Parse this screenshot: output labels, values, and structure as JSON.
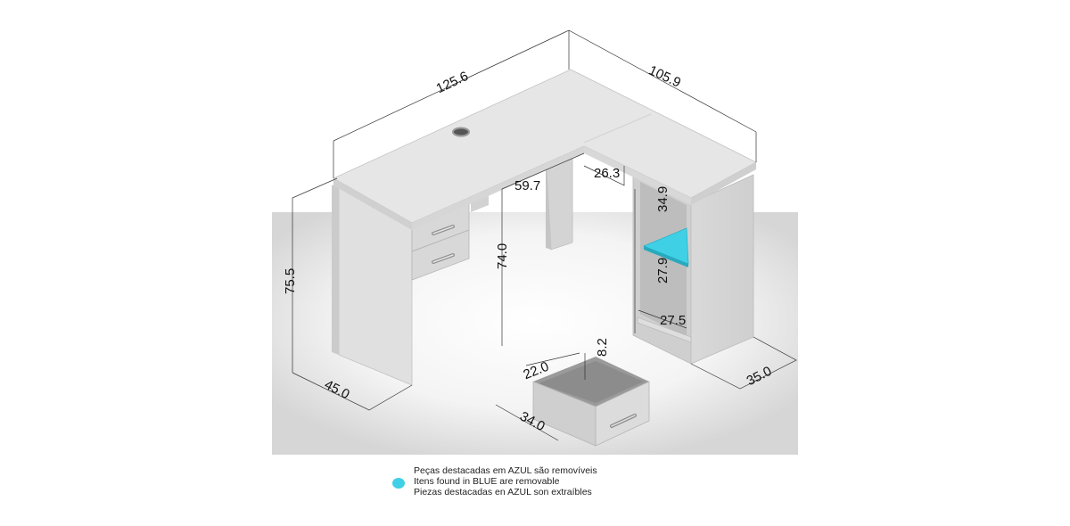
{
  "dimensions": {
    "top_length": "125.6",
    "side_length": "105.9",
    "height": "75.5",
    "inner_height": "74.0",
    "knee_width": "59.7",
    "cabinet_offset": "26.3",
    "left_depth": "45.0",
    "right_depth": "35.0",
    "upper_niche": "34.9",
    "lower_niche": "27.9",
    "niche_depth": "27.5",
    "drawer_width": "22.0",
    "drawer_height": "8.2",
    "drawer_depth": "34.0"
  },
  "legend": {
    "line_pt": "Peças destacadas em AZUL são removíveis",
    "line_en": "Itens found in BLUE are removable",
    "line_es": "Piezas destacadas en AZUL son extraíbles"
  },
  "colors": {
    "removable_blue": "#3fd0e6",
    "panel": "#e3e3e3",
    "floor": "#e6e6e6"
  }
}
